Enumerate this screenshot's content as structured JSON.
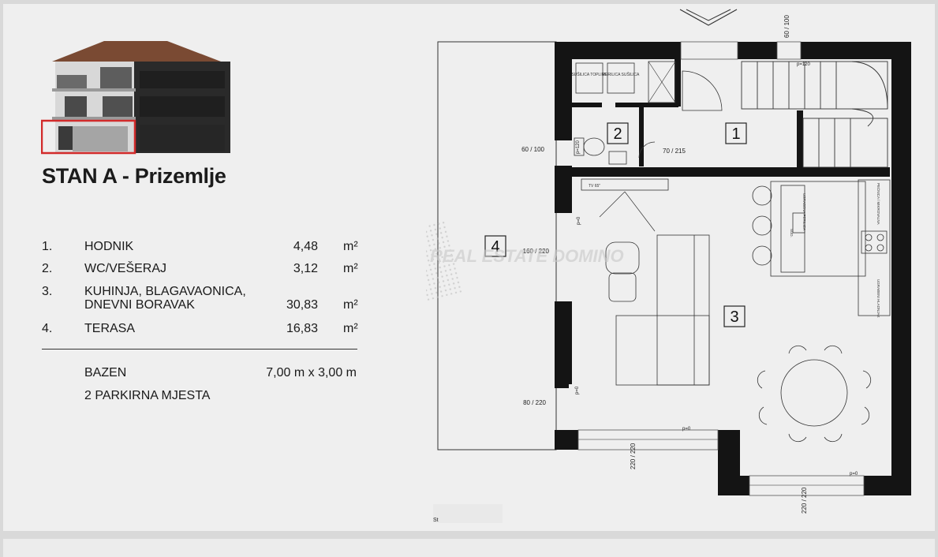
{
  "title": "STAN A - Prizemlje",
  "rooms": [
    {
      "num": "1.",
      "name": "HODNIK",
      "area": "4,48",
      "unit": "m²"
    },
    {
      "num": "2.",
      "name": "WC/VEŠERAJ",
      "area": "3,12",
      "unit": "m²"
    },
    {
      "num": "3.",
      "name": "KUHINJA, BLAGAVAONICA,",
      "name2": "DNEVNI BORAVAK",
      "area": "30,83",
      "unit": "m²"
    },
    {
      "num": "4.",
      "name": "TERASA",
      "area": "16,83",
      "unit": "m²"
    }
  ],
  "extras": [
    {
      "name": "BAZEN",
      "value": "7,00 m x 3,00 m"
    },
    {
      "name": "2 PARKIRNA MJESTA",
      "value": ""
    }
  ],
  "plan": {
    "room_labels": [
      "1",
      "2",
      "3",
      "4"
    ],
    "appliances": [
      "SUŠILICA TOPLINE",
      "PERILICA SUŠILICA"
    ],
    "tv_label": "TV 65\"",
    "kitchen_labels": [
      "UGRAĐENA PERILICA",
      "PEĆNICA / MIKROVALNA",
      "UGRAĐENI HLADNJAK",
      "SUD."
    ],
    "dimensions": {
      "top_window": "60 / 100",
      "stair_p": "p=120",
      "wc_window": "60 / 100",
      "wc_p": "p=120",
      "wc_door": "70 / 215",
      "terrace_door": "160 / 220",
      "terrace_p": "p=0",
      "lower_door": "80 / 220",
      "lower_p": "p=0",
      "bottom_left_door": "220 / 220",
      "bottom_left_p": "p=0",
      "bottom_right_door": "220 / 220",
      "bottom_right_p": "p=0"
    },
    "watermark": "REAL ESTATE DOMINO"
  },
  "footer_label": "St"
}
